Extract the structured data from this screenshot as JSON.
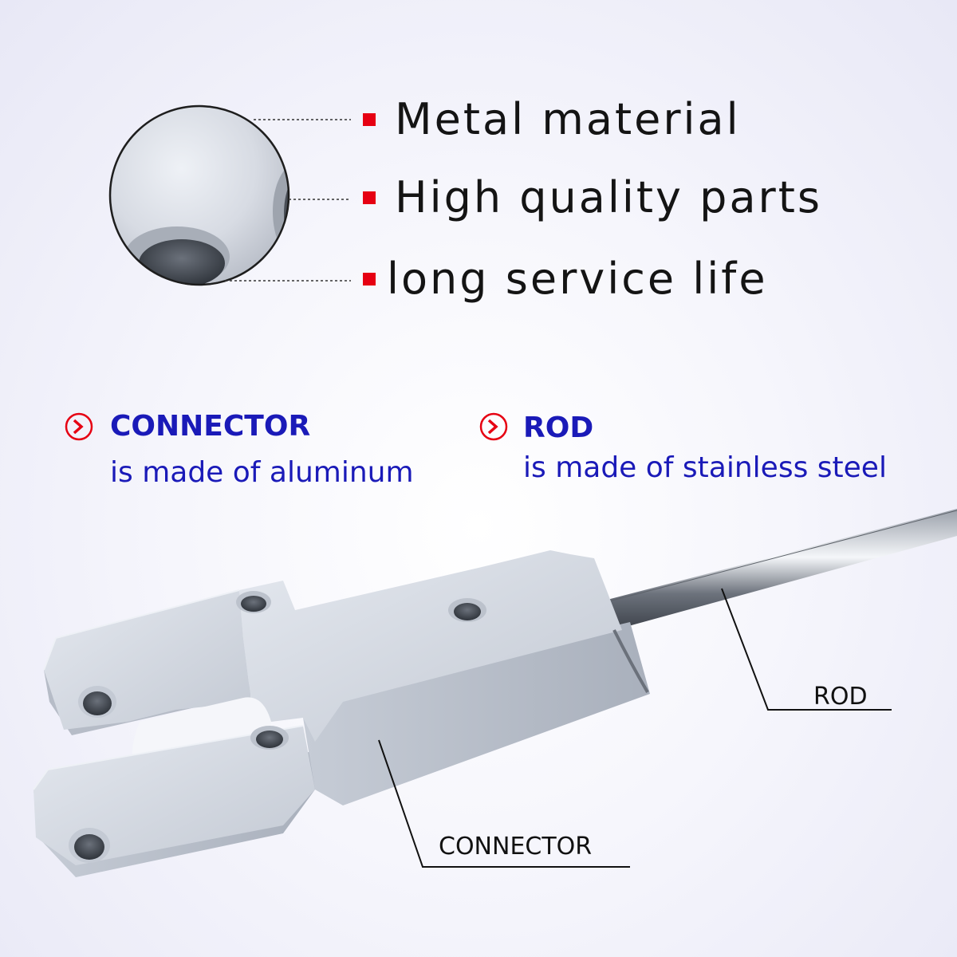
{
  "features": [
    {
      "label": "Metal material"
    },
    {
      "label": "High quality parts"
    },
    {
      "label": "long service life"
    }
  ],
  "materials": [
    {
      "title": "CONNECTOR",
      "description": "is made of aluminum",
      "icon": "chevron-right-circle-icon"
    },
    {
      "title": "ROD",
      "description": "is made of stainless steel",
      "icon": "chevron-right-circle-icon"
    }
  ],
  "callouts": {
    "rod": "ROD",
    "connector": "CONNECTOR"
  },
  "colors": {
    "accent_red": "#e60012",
    "text_blue": "#1a1ab8",
    "metal": "#c9ced8"
  }
}
